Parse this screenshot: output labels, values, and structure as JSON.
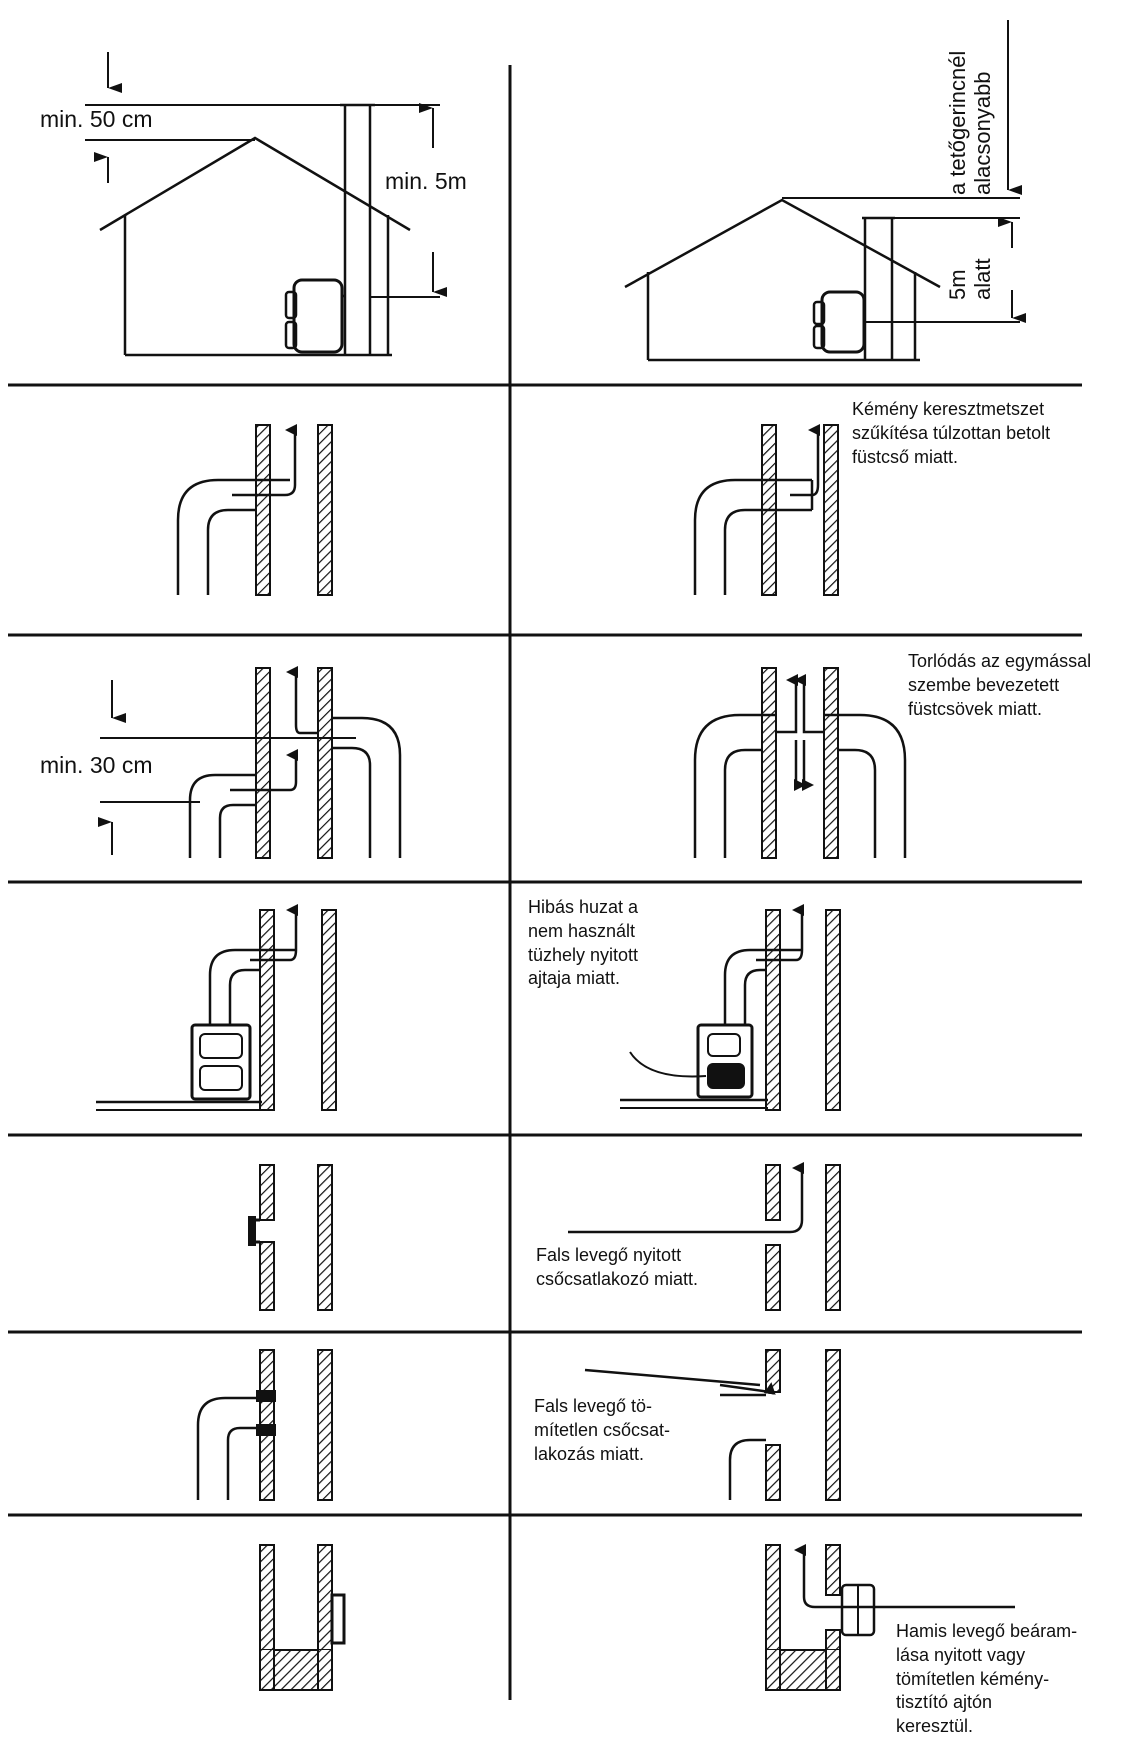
{
  "colors": {
    "ink": "#111111",
    "paper": "#ffffff"
  },
  "panels": {
    "p1_left": {
      "dim_top": "min. 50 cm",
      "dim_height": "min. 5m"
    },
    "p1_right": {
      "vertical_label": [
        "a tetőgerincnél",
        "alacsonyabb"
      ],
      "dim_label": [
        "5m",
        "alatt"
      ]
    },
    "p2_right": {
      "note": [
        "Kémény keresztmetszet",
        "szűkítésa túlzottan betolt",
        "füstcső miatt."
      ]
    },
    "p3_left": {
      "dim": "min. 30 cm"
    },
    "p3_right": {
      "note": [
        "Torlódás az egymással",
        "szembe bevezetett",
        "füstcsövek miatt."
      ]
    },
    "p4_right": {
      "note": [
        "Hibás huzat a",
        "nem használt",
        "tüzhely nyitott",
        "ajtaja miatt."
      ]
    },
    "p5_right": {
      "note": [
        "Fals levegő nyitott",
        "csőcsatlakozó miatt."
      ]
    },
    "p6_right": {
      "note": [
        "Fals levegő tö-",
        "mítetlen csőcsat-",
        "lakozás miatt."
      ]
    },
    "p7_right": {
      "note": [
        "Hamis levegő beáram-",
        "lása nyitott vagy",
        "tömítetlen kémény-",
        "tisztító ajtón",
        "keresztül."
      ]
    }
  }
}
